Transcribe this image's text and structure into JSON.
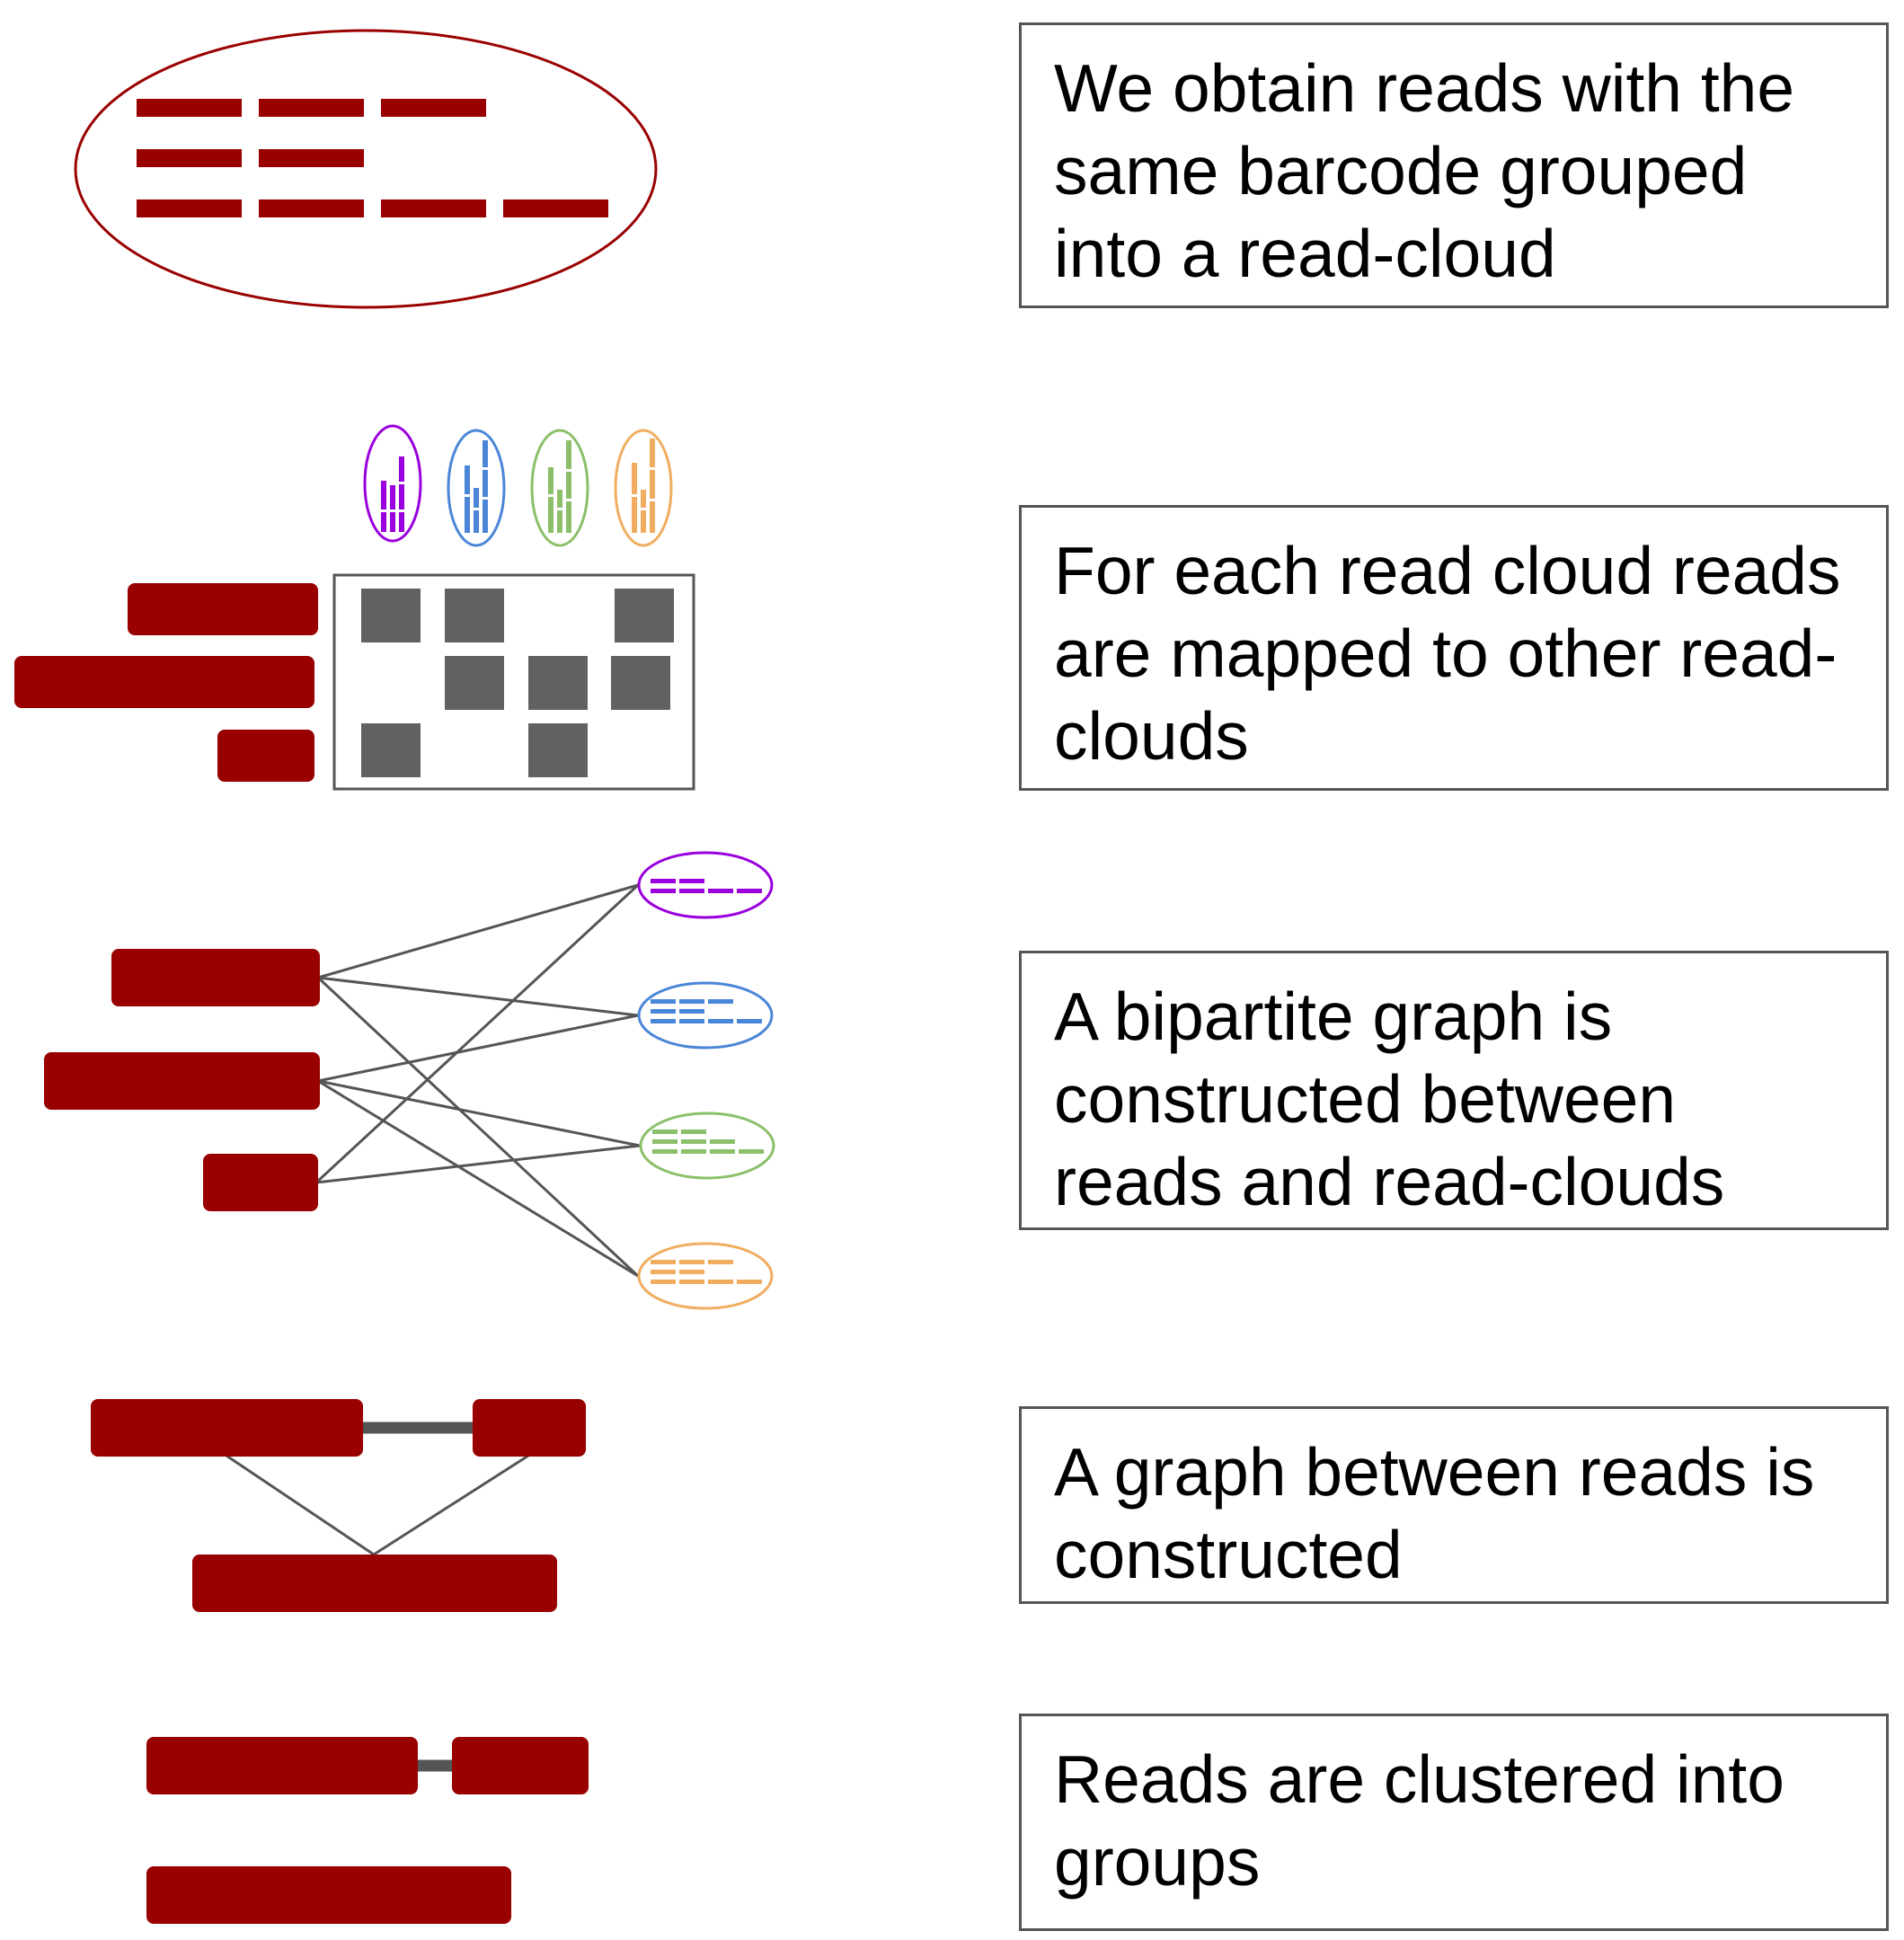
{
  "steps": [
    {
      "text": "We obtain reads with the same barcode grouped into a read-cloud"
    },
    {
      "text": "For each read cloud reads are mapped to other read-clouds"
    },
    {
      "text": "A bipartite graph is constructed between reads and read-clouds"
    },
    {
      "text": "A graph between reads is constructed"
    },
    {
      "text": "Reads are clustered into groups"
    }
  ],
  "colors": {
    "read": "#990000",
    "grid_cell": "#616161",
    "edge": "#555555",
    "cloud_purple": "#9900dd",
    "cloud_blue": "#4a86d8",
    "cloud_green": "#8bbf6a",
    "cloud_orange": "#f0ad60"
  }
}
